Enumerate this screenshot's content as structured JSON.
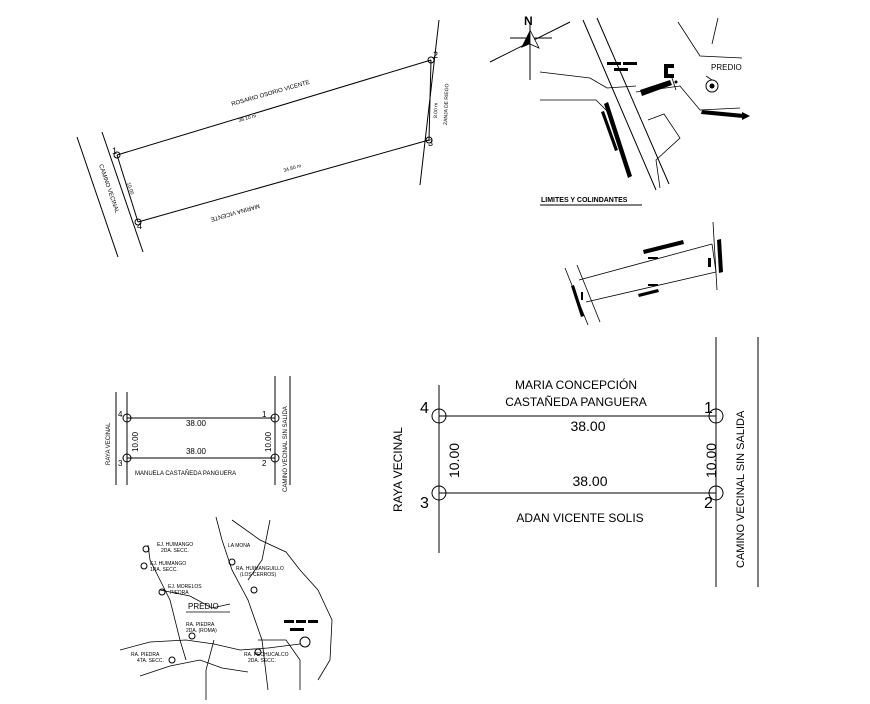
{
  "survey_top": {
    "p1": "1",
    "p2": "2",
    "p3": "3",
    "p4": "4",
    "north_owner": "ROSARIO OSORIO VICENTE",
    "north_dim": "38.10 m",
    "south_owner": "MARINA VICENTE",
    "south_dim": "34.80 m",
    "west_road": "CAMINO VECINAL",
    "west_dim": "10.00",
    "east_label": "ZANJA DE RIEGO",
    "east_dim": "8.00 m"
  },
  "location_map": {
    "north": "N",
    "predio": "PREDIO",
    "caption": "LIMITES Y COLINDANTES"
  },
  "small_plan": {
    "p1": "1",
    "p2": "2",
    "p3": "3",
    "p4": "4",
    "top_dim": "38.00",
    "bottom_dim": "38.00",
    "left_dim": "10.00",
    "right_dim": "10.00",
    "west_road": "RAYA VECINAL",
    "east_road": "CAMINO VECINAL SIN SALIDA",
    "south_owner": "MANUELA CASTAÑEDA PANGUERA"
  },
  "big_plan": {
    "p1": "1",
    "p2": "2",
    "p3": "3",
    "p4": "4",
    "north_owner_line1": "MARIA CONCEPCIÓN",
    "north_owner_line2": "CASTAÑEDA PANGUERA",
    "top_dim": "38.00",
    "bottom_dim": "38.00",
    "left_dim": "10.00",
    "right_dim": "10.00",
    "west_road": "RAYA VECINAL",
    "east_road": "CAMINO VECINAL SIN SALIDA",
    "south_owner": "ADAN VICENTE SOLIS"
  },
  "regional_map": {
    "huimango_2da": "EJ. HUIMANGO",
    "huimango_2da_b": "2DA. SECC.",
    "la_mona": "LA MONA",
    "huimango_1ra": "EJ. HUIMANGO",
    "huimango_1ra_b": "1RA. SECC.",
    "ra_huimango": "RA. HUIMANGUILLO",
    "ra_huimango_b": "(LOS CERROS)",
    "morelos": "EJ. MORELOS",
    "morelos_b": "PIEDRA",
    "predio": "PREDIO",
    "ra_piedra_2da": "RA. PIEDRA",
    "ra_piedra_2da_b": "2DA. (ROMA)",
    "ra_piedra_4ta": "RA. PIEDRA",
    "ra_piedra_4ta_b": "4TA. SECC.",
    "pechucalco": "RA. PECHUCALCO",
    "pechucalco_b": "2DA. SECC."
  }
}
